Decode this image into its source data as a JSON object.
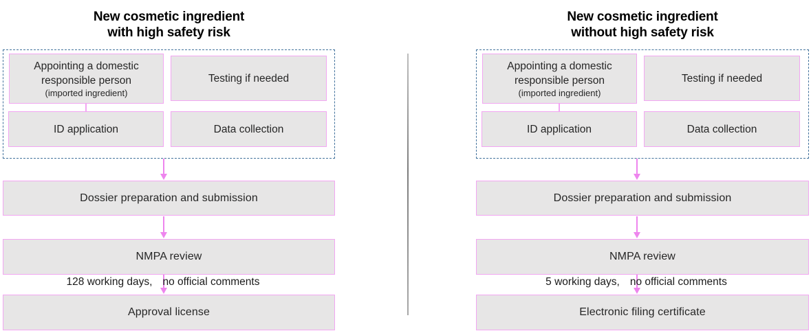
{
  "colors": {
    "box_fill": "#e7e6e6",
    "box_border": "#f2a6f2",
    "arrow": "#ee85ee",
    "dashed_border": "#41719c",
    "box_text": "#262626",
    "title_text": "#000000",
    "divider": "#8c8c8c"
  },
  "flows": [
    {
      "title_line1": "New cosmetic ingredient",
      "title_line2": "with high safety risk",
      "group": {
        "boxes": [
          {
            "label": "Appointing a domestic responsible person",
            "sublabel": "(imported ingredient)"
          },
          {
            "label": "Testing if needed"
          },
          {
            "label": "ID application"
          },
          {
            "label": "Data collection"
          }
        ]
      },
      "steps": [
        {
          "label": "Dossier preparation and submission"
        },
        {
          "label": "NMPA review"
        },
        {
          "label": "Approval license"
        }
      ],
      "review_note": {
        "duration": "128 working days,",
        "condition": "no official comments"
      }
    },
    {
      "title_line1": "New cosmetic ingredient",
      "title_line2": "without high safety risk",
      "group": {
        "boxes": [
          {
            "label": "Appointing a domestic responsible person",
            "sublabel": "(imported ingredient)"
          },
          {
            "label": "Testing if needed"
          },
          {
            "label": "ID application"
          },
          {
            "label": "Data collection"
          }
        ]
      },
      "steps": [
        {
          "label": "Dossier preparation and submission"
        },
        {
          "label": "NMPA review"
        },
        {
          "label": "Electronic filing certificate"
        }
      ],
      "review_note": {
        "duration": "5 working days,",
        "condition": "no official comments"
      }
    }
  ]
}
